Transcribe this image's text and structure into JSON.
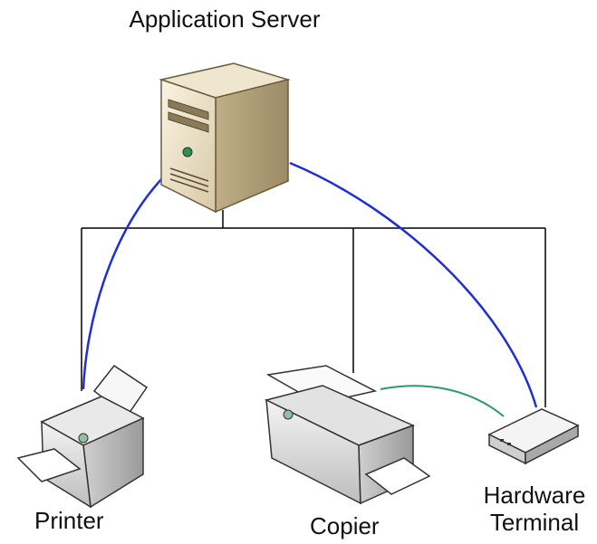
{
  "nodes": {
    "server": {
      "label": "Application Server",
      "icon": "server-tower-icon"
    },
    "printer": {
      "label": "Printer",
      "icon": "printer-icon"
    },
    "copier": {
      "label": "Copier",
      "icon": "copier-icon"
    },
    "terminal": {
      "label_line1": "Hardware",
      "label_line2": "Terminal",
      "icon": "hardware-terminal-icon"
    }
  },
  "connections": [
    {
      "from": "server",
      "to": "printer",
      "style": "bus",
      "color": "#000000"
    },
    {
      "from": "server",
      "to": "copier",
      "style": "bus",
      "color": "#000000"
    },
    {
      "from": "server",
      "to": "terminal",
      "style": "bus",
      "color": "#000000"
    },
    {
      "from": "server",
      "to": "printer",
      "style": "curve",
      "color": "#1f2fd6"
    },
    {
      "from": "server",
      "to": "terminal",
      "style": "curve",
      "color": "#1f2fd6"
    },
    {
      "from": "copier",
      "to": "terminal",
      "style": "curve",
      "color": "#2e9a6a"
    }
  ]
}
